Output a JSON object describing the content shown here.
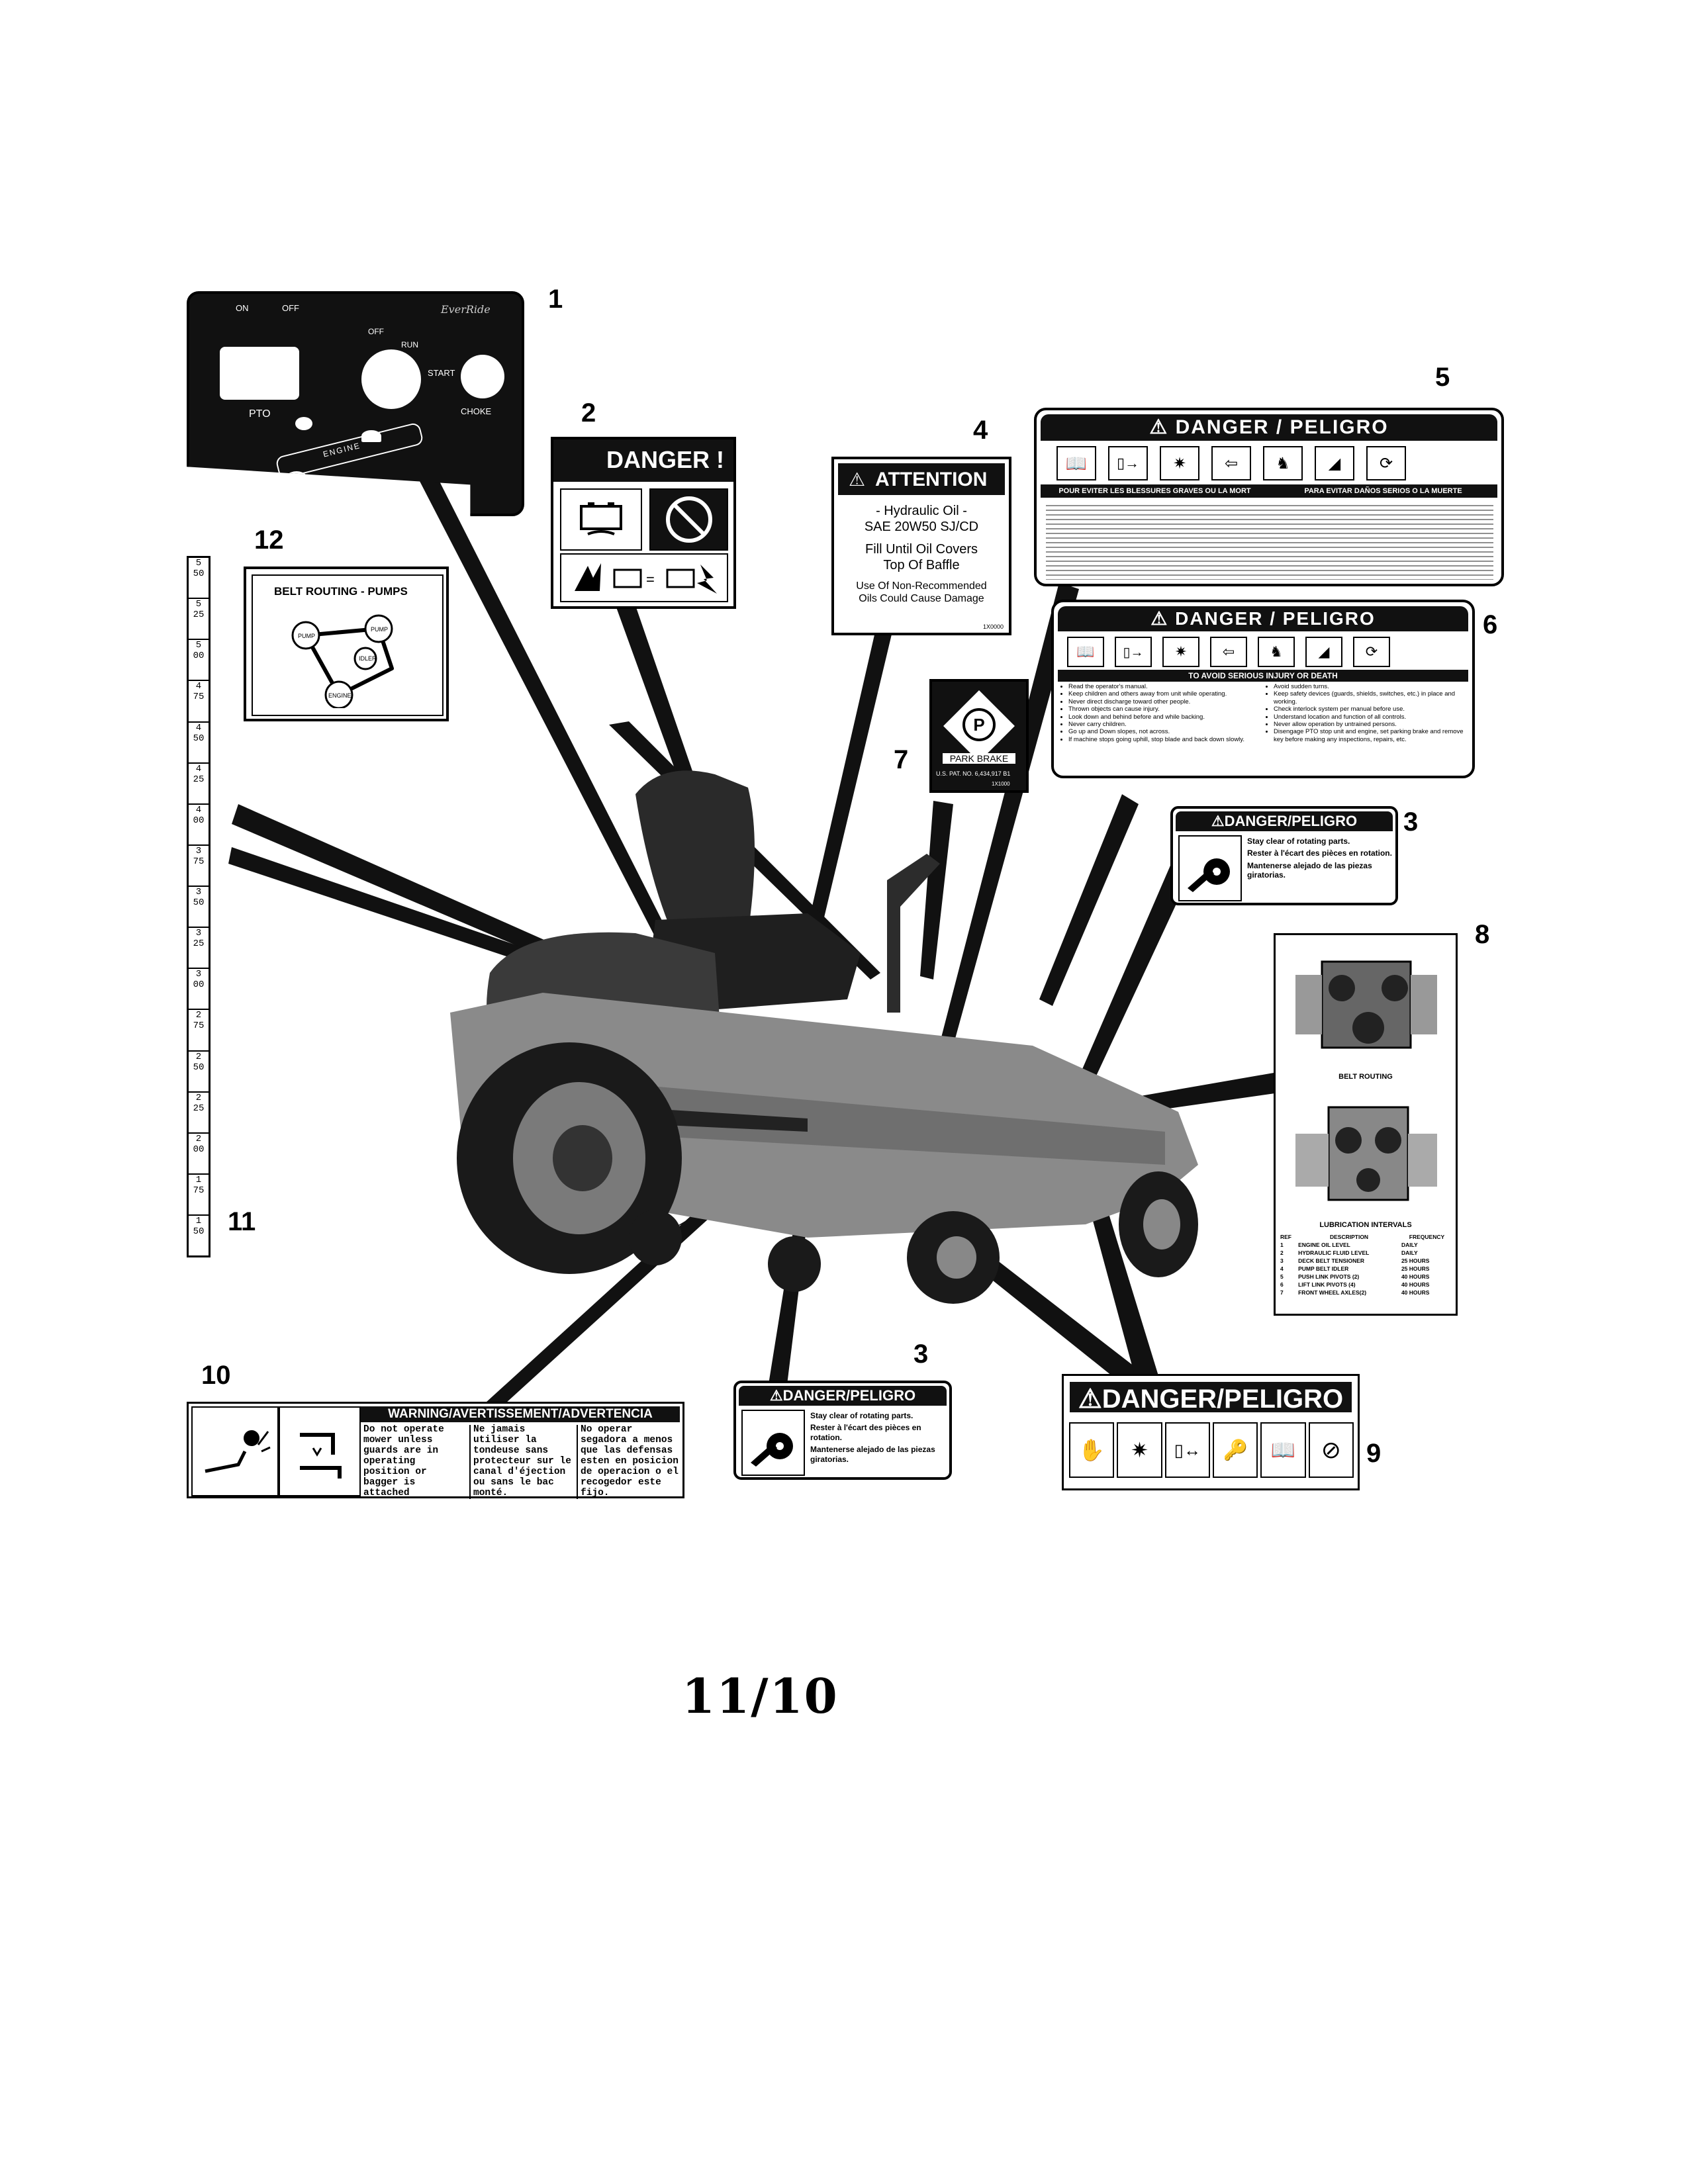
{
  "callouts": {
    "c1": "1",
    "c2": "2",
    "c3a": "3",
    "c3b": "3",
    "c4": "4",
    "c5": "5",
    "c6": "6",
    "c7": "7",
    "c8": "8",
    "c9": "9",
    "c10": "10",
    "c11": "11",
    "c12": "12"
  },
  "panel1": {
    "on": "ON",
    "off": "OFF",
    "brand": "EverRide",
    "off2": "OFF",
    "run": "RUN",
    "start": "START",
    "pto": "PTO",
    "choke": "CHOKE",
    "engine": "ENGINE"
  },
  "decal2": {
    "title": "DANGER !"
  },
  "decal4": {
    "title": "ATTENTION",
    "line1": "- Hydraulic Oil -",
    "line2": "SAE 20W50 SJ/CD",
    "line3": "Fill Until Oil Covers",
    "line4": "Top Of Baffle",
    "line5": "Use Of Non-Recommended",
    "line6": "Oils Could Cause Damage",
    "code": "1X0000"
  },
  "decal5": {
    "title": "DANGER / PELIGRO",
    "sub_fr": "POUR EVITER LES BLESSURES GRAVES OU LA MORT",
    "sub_es": "PARA EVITAR DAÑOS SERIOS O LA MUERTE"
  },
  "decal6": {
    "title": "DANGER / PELIGRO",
    "sub": "TO AVOID SERIOUS INJURY OR DEATH",
    "left": [
      "Read the operator's manual.",
      "Keep children and others away from unit while operating.",
      "Never direct discharge toward other people.",
      "Thrown objects can cause injury.",
      "Look down and behind before and while backing.",
      "Never carry children.",
      "Go up and Down slopes, not across.",
      "If machine stops going uphill, stop blade and back down slowly."
    ],
    "right": [
      "Avoid sudden turns.",
      "Keep safety devices (guards, shields, switches, etc.) in place and working.",
      "Check interlock system per manual before use.",
      "Understand location and function of all controls.",
      "Never allow operation by untrained persons.",
      "Disengage PTO stop unit and engine, set parking brake and remove key before making any inspections, repairs, etc."
    ]
  },
  "decal7": {
    "label": "PARK BRAKE",
    "patent": "U.S. PAT. NO. 6,434,917 B1",
    "code": "1X1000"
  },
  "decal3": {
    "title": "DANGER/PELIGRO",
    "en": "Stay clear of rotating parts.",
    "fr": "Rester à l'écart des pièces en rotation.",
    "es": "Mantenerse alejado de las piezas giratorias."
  },
  "decal8": {
    "belt": "BELT ROUTING",
    "lub": "LUBRICATION INTERVALS",
    "cols": [
      "REF",
      "DESCRIPTION",
      "FREQUENCY"
    ],
    "rows": [
      [
        "1",
        "ENGINE OIL LEVEL",
        "DAILY"
      ],
      [
        "2",
        "HYDRAULIC FLUID LEVEL",
        "DAILY"
      ],
      [
        "3",
        "DECK BELT TENSIONER",
        "25 HOURS"
      ],
      [
        "4",
        "PUMP BELT IDLER",
        "25 HOURS"
      ],
      [
        "5",
        "PUSH LINK PIVOTS (2)",
        "40 HOURS"
      ],
      [
        "6",
        "LIFT LINK PIVOTS (4)",
        "40 HOURS"
      ],
      [
        "7",
        "FRONT WHEEL AXLES(2)",
        "40 HOURS"
      ]
    ]
  },
  "decal9": {
    "title": "DANGER/PELIGRO"
  },
  "decal10": {
    "title": "WARNING/AVERTISSEMENT/ADVERTENCIA",
    "en": "Do not operate mower unless guards are in operating position or bagger is attached",
    "fr": "Ne jamais utiliser la tondeuse sans protecteur sur le canal d'éjection ou sans le bac monté.",
    "es": "No operar segadora a menos que las defensas esten en posicion de operacion o el recogedor este fijo."
  },
  "decal11": {
    "ticks": [
      "5 50",
      "5 25",
      "5 00",
      "4 75",
      "4 50",
      "4 25",
      "4 00",
      "3 75",
      "3 50",
      "3 25",
      "3 00",
      "2 75",
      "2 50",
      "2 25",
      "2 00",
      "1 75",
      "1 50"
    ]
  },
  "decal12": {
    "title": "BELT ROUTING - PUMPS",
    "pump": "PUMP",
    "idler": "IDLER",
    "engine": "ENGINE"
  },
  "page": "11/10"
}
